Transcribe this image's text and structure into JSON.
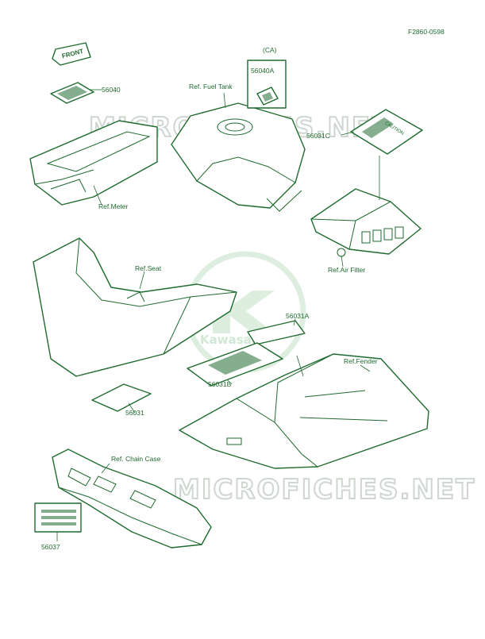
{
  "drawing_code": "F2860-0598",
  "watermark": "MICROFICHES.NET",
  "logo_text": "Kawasaki",
  "front_sticker": "FRONT",
  "tag_ca": "(CA)",
  "labels": {
    "p56040": "56040",
    "p56040a": "56040A",
    "p56031c": "56031C",
    "p56031a": "56031A",
    "p56031b": "56031B",
    "p56031": "56031",
    "p56037": "56037",
    "ref_meter": "Ref.Meter",
    "ref_fuel_tank": "Ref. Fuel Tank",
    "ref_seat": "Ref.Seat",
    "ref_air_filter": "Ref.Air Filter",
    "ref_fender": "Ref.Fender",
    "ref_chain_case": "Ref. Chain Case",
    "caution": "CAUTION"
  },
  "colors": {
    "ink": "#1f6b2f",
    "watermark": "#cfd6d0"
  }
}
